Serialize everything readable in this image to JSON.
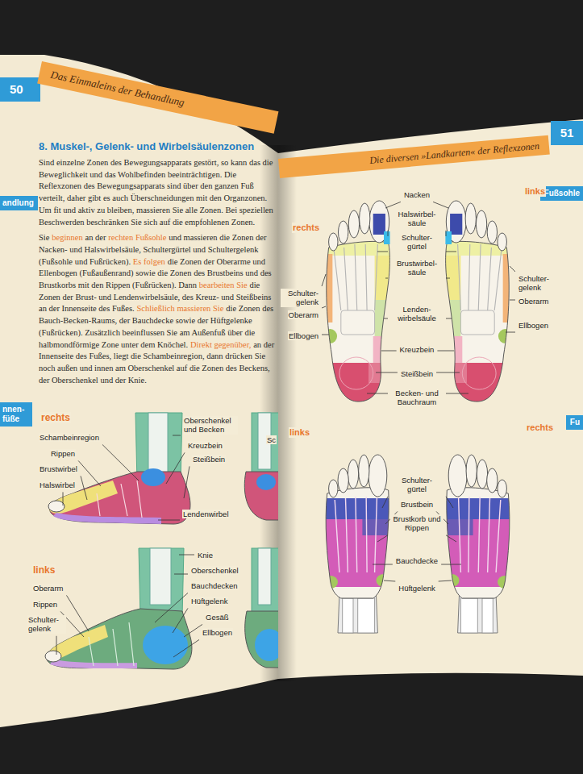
{
  "diagram": {
    "title": "8. Muskel-, Gelenk- und Wirbelsäulenzonen",
    "nodes": [
      {
        "text": [
          "50"
        ]
      },
      {
        "text": [
          "Das Einmaleins der Behandlung"
        ]
      },
      {
        "text": [
          "andlung"
        ]
      },
      {
        "text": [
          "nnen- füße"
        ]
      },
      {
        "text": [
          "51"
        ]
      },
      {
        "text": [
          "Die diversen »Landkarten« der Reflexzonen"
        ]
      },
      {
        "text": [
          "Fußsohle"
        ]
      },
      {
        "text": [
          "Fu"
        ]
      }
    ],
    "labels": [
      "Sind einzelne Zonen des Bewegungsapparats gestört, so kann das die Beweglichkeit und das Wohlbefinden beeinträchtigen. Die Reflexzonen des Bewegungsapparats sind über den ganzen Fuß verteilt, daher gibt es auch Überschneidungen mit den Organzonen. Um fit und aktiv zu bleiben, massieren Sie alle Zonen. Bei speziellen Beschwerden beschränken Sie sich auf die empfohlenen Zonen.",
      "Sie",
      "beginnen",
      "an der",
      "rechten Fußsohle",
      "und massieren die Zonen der Nacken- und Halswirbelsäule, Schultergürtel und Schultergelenk (Fußsohle und Fußrücken).",
      "Es folgen",
      "die Zonen der Oberarme und Ellenbogen (Fußaußenrand) sowie die Zonen des Brustbeins und des Brustkorbs mit den Rippen (Fußrücken). Dann",
      "bearbeiten Sie",
      "die Zonen der Brust- und Lendenwirbelsäule, des Kreuz- und Steißbeins an der Innenseite des Fußes.",
      "Schließlich massieren Sie",
      "die Zonen des Bauch-Becken-Raums, der Bauchdecke sowie der Hüftgelenke (Fußrücken). Zusätzlich beeinflussen Sie am Außenfuß über die halbmondförmige Zone unter dem Knöchel.",
      "Direkt gegenüber,",
      "an der Innenseite des Fußes, liegt die Schambeinregion, dann drücken Sie noch außen und innen am Oberschenkel auf die Zonen des Beckens, der Oberschenkel und der Knie.",
      "rechts",
      "Oberschenkel und Becken",
      "Schambeinregion",
      "Rippen",
      "Kreuzbein",
      "Brustwirbel",
      "Steißbein",
      "Halswirbel",
      "Lendenwirbel",
      "Sc",
      "links",
      "Knie",
      "Oberarm",
      "Oberschenkel",
      "Rippen",
      "Bauchdecken",
      "Hüftgelenk",
      "Schulter- gelenk",
      "Gesäß",
      "Ellbogen",
      "links",
      "rechts",
      "Nacken",
      "Halswirbel- säule",
      "Schulter- gürtel",
      "Brustwirbel- säule",
      "Lenden- wirbelsäule",
      "Kreuzbein",
      "Steißbein",
      "Becken- und Bauchraum",
      "Schulter- gelenk",
      "Oberarm",
      "Ellbogen",
      "Schulter- gelenk",
      "Oberarm",
      "Ellbogen",
      "links",
      "rechts",
      "Schulter- gürtel",
      "Brustbein",
      "Brustkorb und Rippen",
      "Bauchdecke",
      "Hüftgelenk"
    ]
  }
}
